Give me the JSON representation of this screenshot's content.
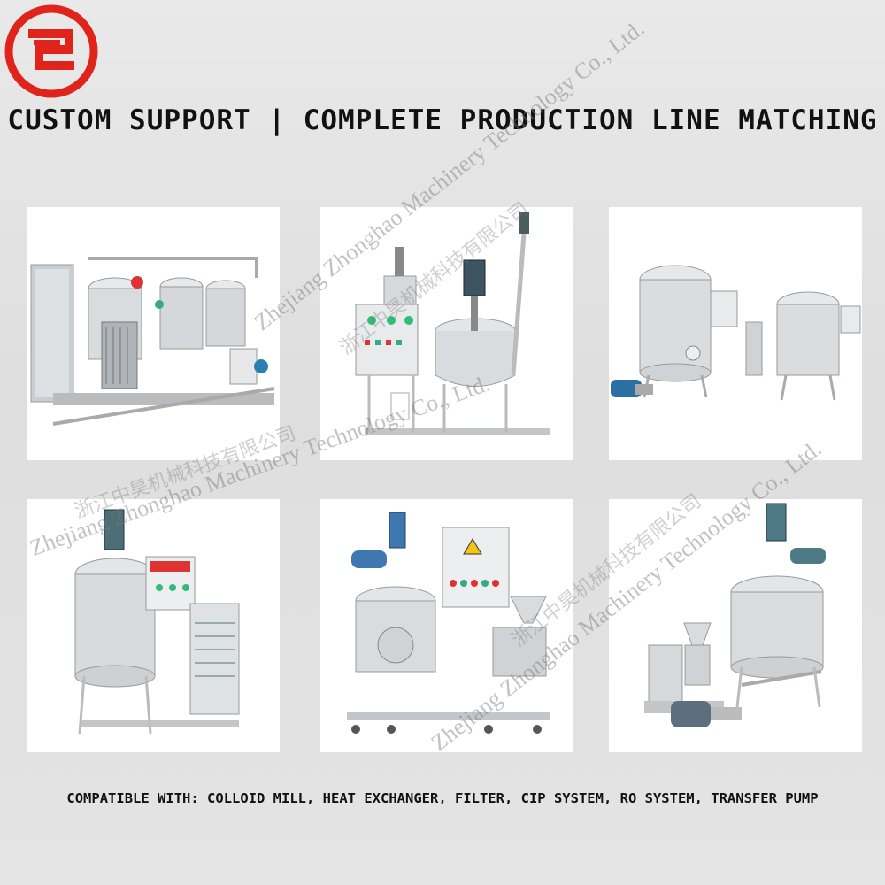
{
  "header": {
    "logo_icon": "company-logo-icon",
    "logo_color": "#e0241c",
    "headline": "CUSTOM SUPPORT | COMPLETE PRODUCTION LINE MATCHING"
  },
  "gallery": {
    "items": [
      {
        "icon": "processing-line-with-plate-heat-exchanger-photo"
      },
      {
        "icon": "jacketed-mixing-tank-with-control-cabinet-photo"
      },
      {
        "icon": "dual-storage-tanks-with-filter-and-pump-photo"
      },
      {
        "icon": "mixing-tank-with-chiller-unit-photo"
      },
      {
        "icon": "mixing-tank-with-colloid-mill-photo"
      },
      {
        "icon": "mixing-tank-with-colloid-mill-and-pump-photo"
      }
    ]
  },
  "watermark": {
    "company_en": "Zhejiang Zhonghao Machinery Technology Co., Ltd.",
    "company_cn": "浙江中昊机械科技有限公司"
  },
  "footer": {
    "compatible_text": "COMPATIBLE WITH: COLLOID MILL, HEAT EXCHANGER, FILTER, CIP SYSTEM, RO SYSTEM, TRANSFER PUMP"
  }
}
